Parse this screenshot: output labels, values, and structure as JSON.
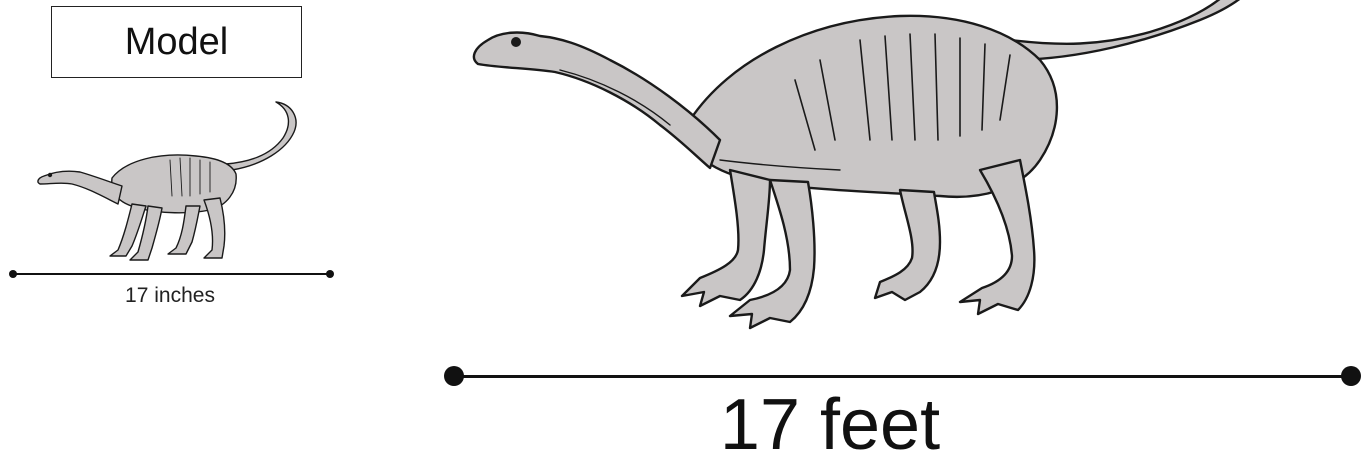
{
  "model_label": "Model",
  "small_measure": "17 inches",
  "large_measure": "17 feet",
  "colors": {
    "dino_fill": "#c9c6c6",
    "outline": "#1a1a1a"
  },
  "icons": [
    "dinosaur-model-drawing",
    "dinosaur-fullsize-drawing"
  ]
}
